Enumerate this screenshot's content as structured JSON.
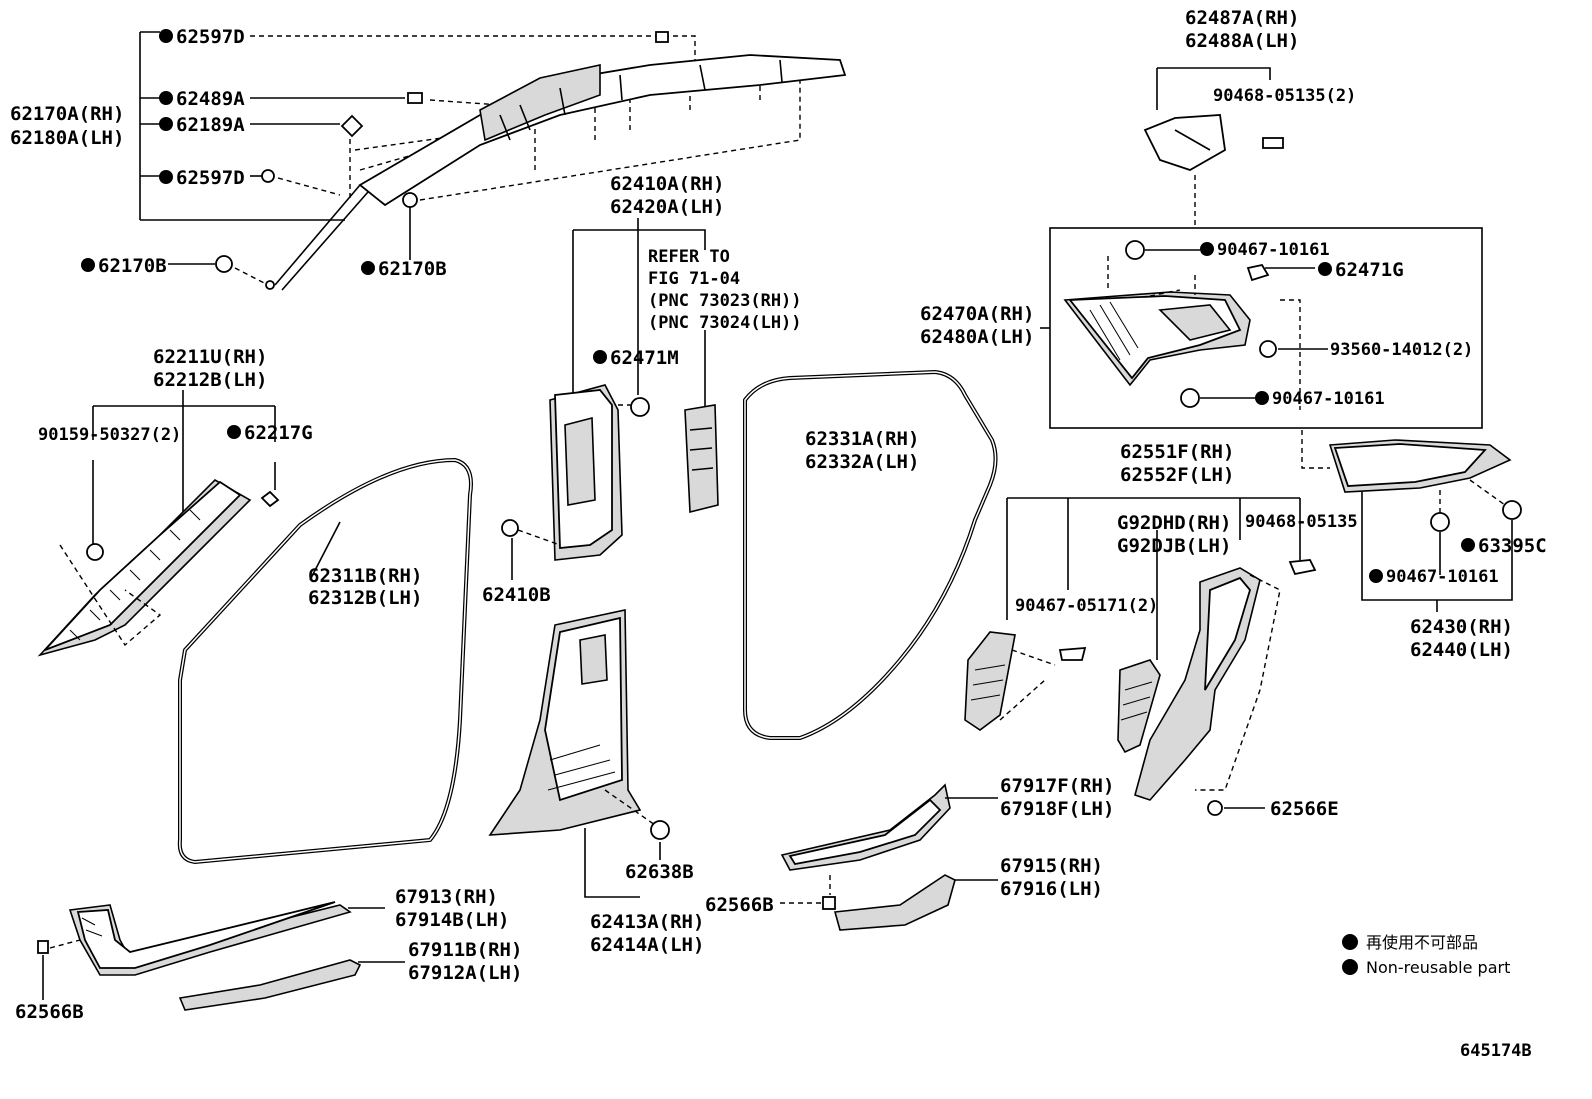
{
  "labels": {
    "l62597D_top": "62597D",
    "l62489A": "62489A",
    "l62170A_rh": "62170A(RH)",
    "l62180A_lh": "62180A(LH)",
    "l62189A": "62189A",
    "l62597D_mid": "62597D",
    "l62170B_left": "62170B",
    "l62170B_right": "62170B",
    "l62410A_rh": "62410A(RH)",
    "l62420A_lh": "62420A(LH)",
    "refer_1": "REFER TO",
    "refer_2": "FIG 71-04",
    "refer_3": "(PNC 73023(RH))",
    "refer_4": "(PNC 73024(LH))",
    "l62471M": "62471M",
    "l62211U_rh": "62211U(RH)",
    "l62212B_lh": "62212B(LH)",
    "l90159": "90159-50327(2)",
    "l62217G": "62217G",
    "l62311B_rh": "62311B(RH)",
    "l62312B_lh": "62312B(LH)",
    "l62410B": "62410B",
    "l62331A_rh": "62331A(RH)",
    "l62332A_lh": "62332A(LH)",
    "l62487A_rh": "62487A(RH)",
    "l62488A_lh": "62488A(LH)",
    "l90468_05135_2": "90468-05135(2)",
    "l90467_10161_a": "90467-10161",
    "l62471G": "62471G",
    "l62470A_rh": "62470A(RH)",
    "l62480A_lh": "62480A(LH)",
    "l93560": "93560-14012(2)",
    "l90467_10161_b": "90467-10161",
    "l62551F_rh": "62551F(RH)",
    "l62552F_lh": "62552F(LH)",
    "lG92DHD_rh": "G92DHD(RH)",
    "lG92DJB_lh": "G92DJB(LH)",
    "l90468_05135": "90468-05135",
    "l63395C": "63395C",
    "l90467_10161_c": "90467-10161",
    "l62430_rh": "62430(RH)",
    "l62440_lh": "62440(LH)",
    "l90467_05171": "90467-05171(2)",
    "l62566E": "62566E",
    "l67917F_rh": "67917F(RH)",
    "l67918F_lh": "67918F(LH)",
    "l62638B": "62638B",
    "l67915_rh": "67915(RH)",
    "l67916_lh": "67916(LH)",
    "l62566B_mid": "62566B",
    "l62413A_rh": "62413A(RH)",
    "l62414A_lh": "62414A(LH)",
    "l67913_rh": "67913(RH)",
    "l67914B_lh": "67914B(LH)",
    "l67911B_rh": "67911B(RH)",
    "l67912A_lh": "67912A(LH)",
    "l62566B_left": "62566B"
  },
  "legend": {
    "jp": "再使用不可部品",
    "en": "Non-reusable part"
  },
  "figure_id": "645174B",
  "colors": {
    "ink": "#000000",
    "paper": "#ffffff",
    "part_fill": "#d9d9d9"
  }
}
